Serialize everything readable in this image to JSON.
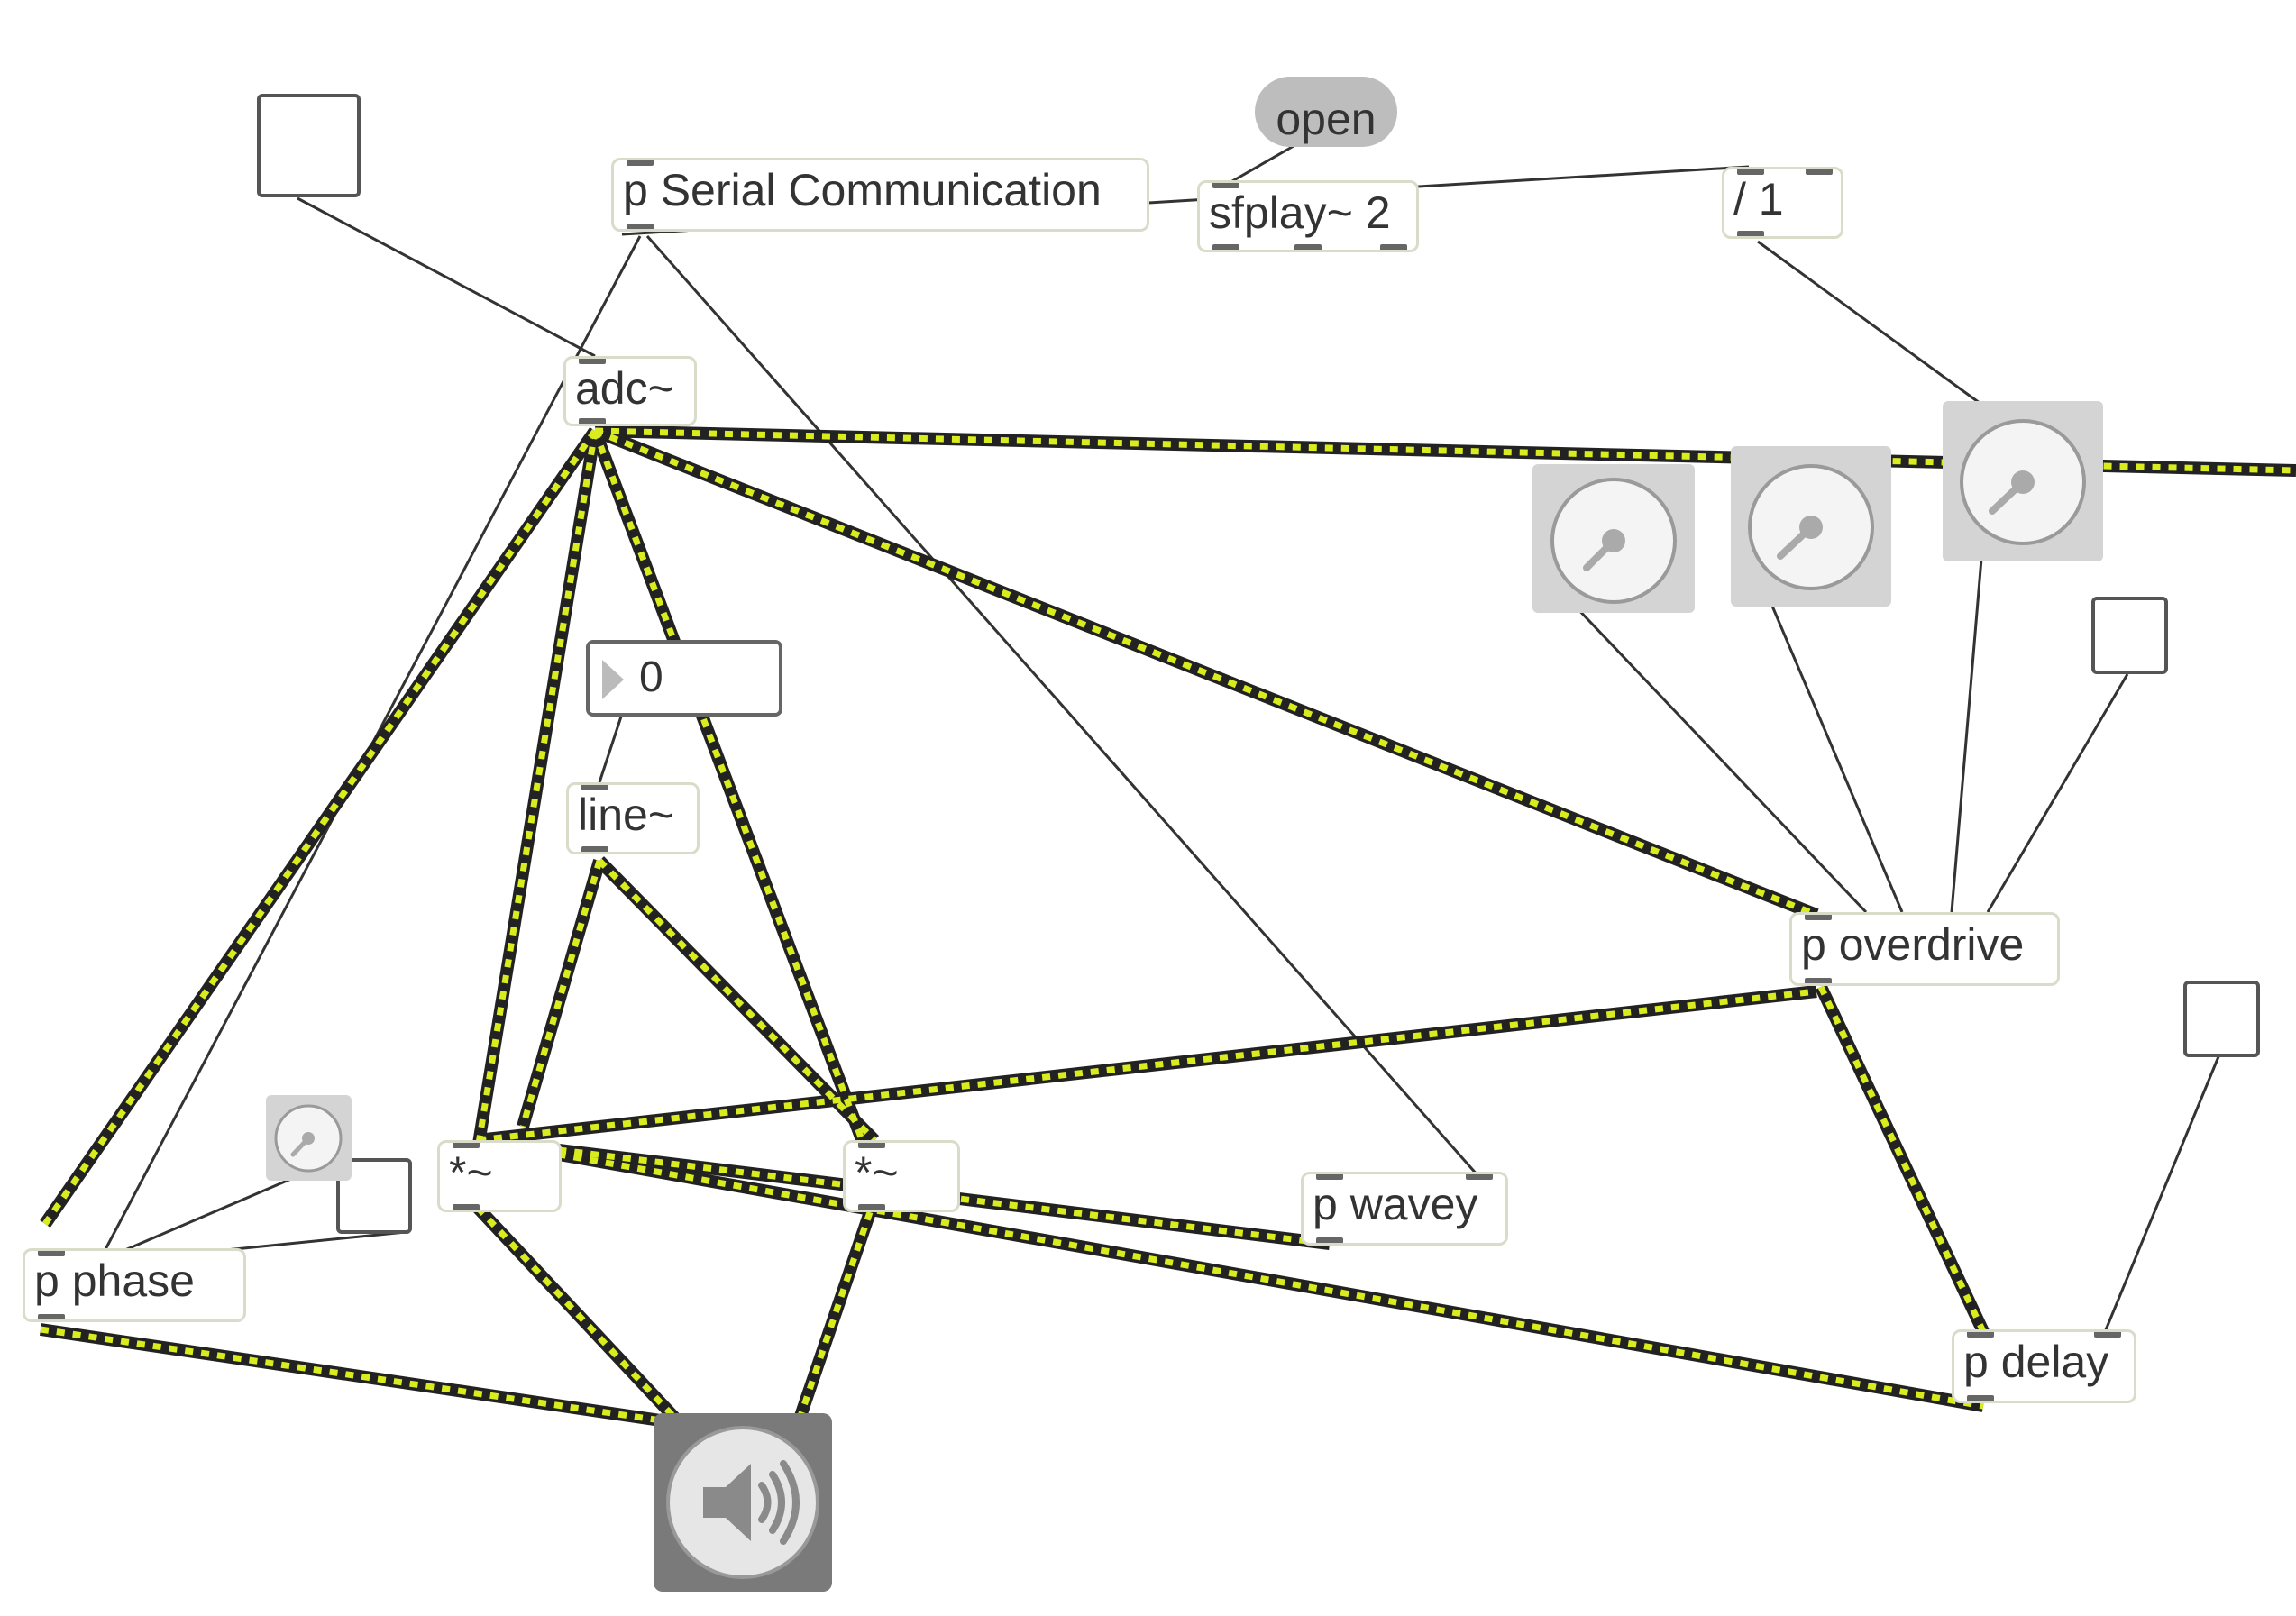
{
  "objects": {
    "serial": "p Serial Communication",
    "sfplay": "sfplay~ 2",
    "divide": "/ 1",
    "adc": "adc~",
    "line": "line~",
    "mult1": "*~",
    "mult2": "*~",
    "phase": "p phase",
    "wavey": "p wavey",
    "overdrive": "p overdrive",
    "delay": "p delay"
  },
  "message": {
    "open": "open"
  },
  "number_box": {
    "value": "0"
  },
  "colors": {
    "signal_cord_dark": "#2a2a2a",
    "signal_cord_light": "#d4e82a",
    "control_cord": "#333333",
    "object_border": "#d8dcc8",
    "dial_bg": "#d4d4d4",
    "dac_bg": "#7a7a7a"
  },
  "icons": {
    "dac": "speaker-icon",
    "dial": "dial-icon",
    "toggle": "toggle-icon"
  }
}
